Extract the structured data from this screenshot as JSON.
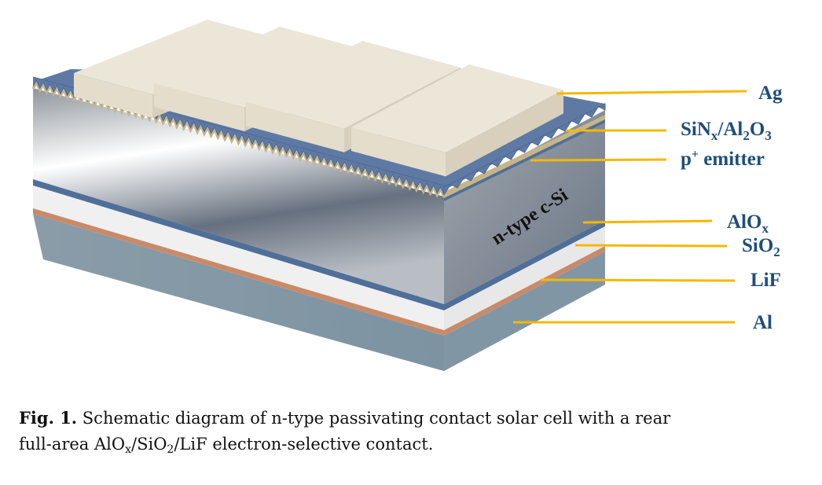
{
  "figure": {
    "body_label": "n-type c-Si",
    "layers": {
      "ag": "Ag",
      "sinx": {
        "a": "SiN",
        "a_sub": "x",
        "b": "/Al",
        "b_sub": "2",
        "c": "O",
        "c_sub": "3"
      },
      "emitter": {
        "a": "p",
        "a_sup": "+",
        "b": " emitter"
      },
      "alox": {
        "a": "AlO",
        "a_sub": "x"
      },
      "sio2": {
        "a": "SiO",
        "a_sub": "2"
      },
      "lif": "LiF",
      "al": "Al"
    },
    "colors": {
      "leader": "#f5b800",
      "label": "#1f4e79",
      "ag": "#e4ddcc",
      "passivation": "#5b78a3",
      "emitter": "#c7b488",
      "alox": "#4f6f98",
      "sio2": "#eeeeee",
      "lif": "#c98a68",
      "al": "#8197a6"
    }
  },
  "caption": {
    "fig_no": "Fig. 1.",
    "text1": " Schematic diagram of n-type passivating contact solar cell with a rear",
    "text2a": "full-area AlO",
    "sub1": "x",
    "text2b": "/SiO",
    "sub2": "2",
    "text2c": "/LiF electron-selective contact."
  }
}
